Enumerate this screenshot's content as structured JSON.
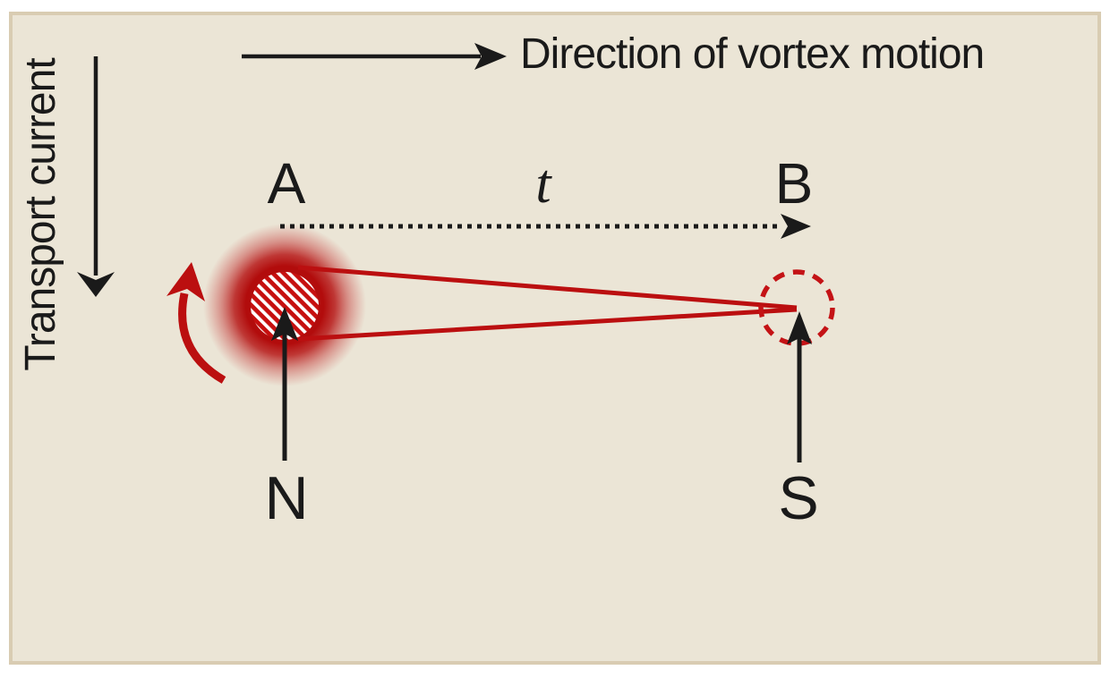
{
  "figure": {
    "caption_top": "Direction of vortex motion",
    "caption_left": "Transport current",
    "point_a_label": "A",
    "elapsed_time_label": "t",
    "point_b_label": "B",
    "north_pole_label": "N",
    "south_pole_label": "S",
    "colors": {
      "page_background": "#ffffff",
      "panel_fill": "#ebe5d6",
      "panel_border": "#d9ccb2",
      "accent_red": "#bb0f10",
      "ink": "#1a1a1a"
    }
  }
}
